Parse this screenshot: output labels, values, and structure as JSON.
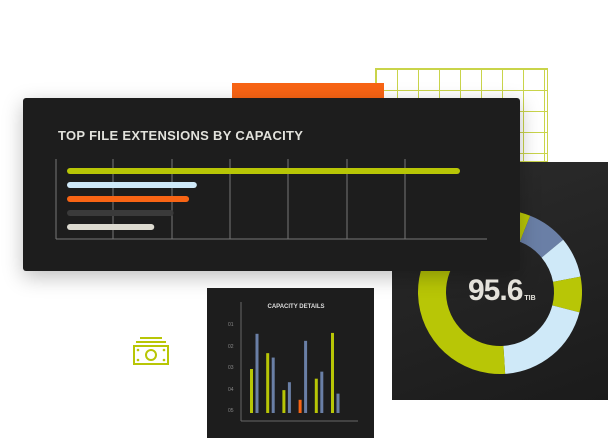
{
  "colors": {
    "lime": "#b8c606",
    "light_blue": "#cfe9f8",
    "slate": "#6a7fa6",
    "orange": "#f86414",
    "dark": "#3a3a3a",
    "cream": "#dcdad0"
  },
  "extensions_chart": {
    "title": "TOP FILE EXTENSIONS BY CAPACITY",
    "type": "bar",
    "values": [
      100,
      32,
      30,
      26,
      21
    ],
    "colors": [
      "#b8c606",
      "#cfe9f8",
      "#f86414",
      "#3a3a3a",
      "#dcdad0"
    ]
  },
  "donut": {
    "value": "95.6",
    "unit": "TIB",
    "segments": [
      {
        "color": "#b8c606",
        "value": 6
      },
      {
        "color": "#6a7fa6",
        "value": 8
      },
      {
        "color": "#cfe9f8",
        "value": 8
      },
      {
        "color": "#b8c606",
        "value": 7
      },
      {
        "color": "#cfe9f8",
        "value": 20
      },
      {
        "color": "#b8c606",
        "value": 51
      }
    ]
  },
  "capacity_details": {
    "title": "CAPACITY DETAILS",
    "y_labels": [
      "01",
      "02",
      "03",
      "04",
      "05"
    ],
    "groups": [
      [
        {
          "color": "#b8c606",
          "value": 50
        },
        {
          "color": "#6a7fa6",
          "value": 90
        }
      ],
      [
        {
          "color": "#b8c606",
          "value": 68
        },
        {
          "color": "#6a7fa6",
          "value": 63
        }
      ],
      [
        {
          "color": "#b8c606",
          "value": 26
        },
        {
          "color": "#6a7fa6",
          "value": 35
        }
      ],
      [
        {
          "color": "#f86414",
          "value": 15
        },
        {
          "color": "#6a7fa6",
          "value": 82
        }
      ],
      [
        {
          "color": "#b8c606",
          "value": 39
        },
        {
          "color": "#6a7fa6",
          "value": 47
        }
      ],
      [
        {
          "color": "#b8c606",
          "value": 91
        },
        {
          "color": "#6a7fa6",
          "value": 22
        }
      ]
    ]
  }
}
